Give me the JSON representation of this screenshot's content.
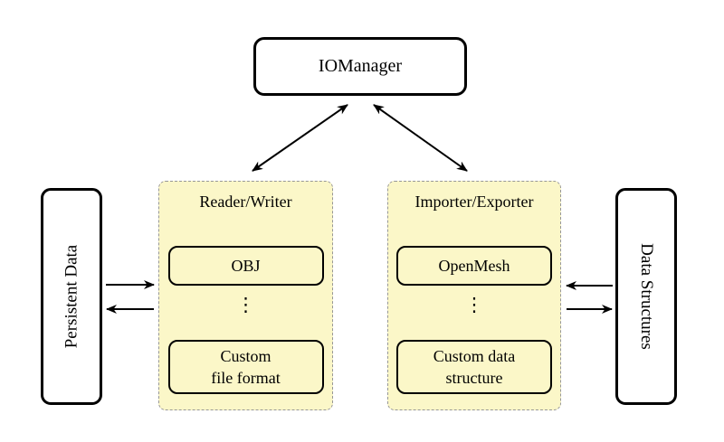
{
  "nodes": {
    "iomanager": {
      "label": "IOManager"
    },
    "persistent_data": {
      "label": "Persistent Data"
    },
    "data_structures": {
      "label": "Data Structures"
    },
    "reader_writer": {
      "title": "Reader/Writer",
      "items": [
        {
          "label": "OBJ"
        },
        {
          "label": "⋮"
        },
        {
          "label": "Custom\nfile format"
        }
      ]
    },
    "importer_exporter": {
      "title": "Importer/Exporter",
      "items": [
        {
          "label": "OpenMesh"
        },
        {
          "label": "⋮"
        },
        {
          "label": "Custom data\nstructure"
        }
      ]
    }
  },
  "colors": {
    "background": "#ffffff",
    "group_fill": "#fbf7c8",
    "group_border": "#979797",
    "node_fill": "#ffffff",
    "line": "#000000"
  }
}
